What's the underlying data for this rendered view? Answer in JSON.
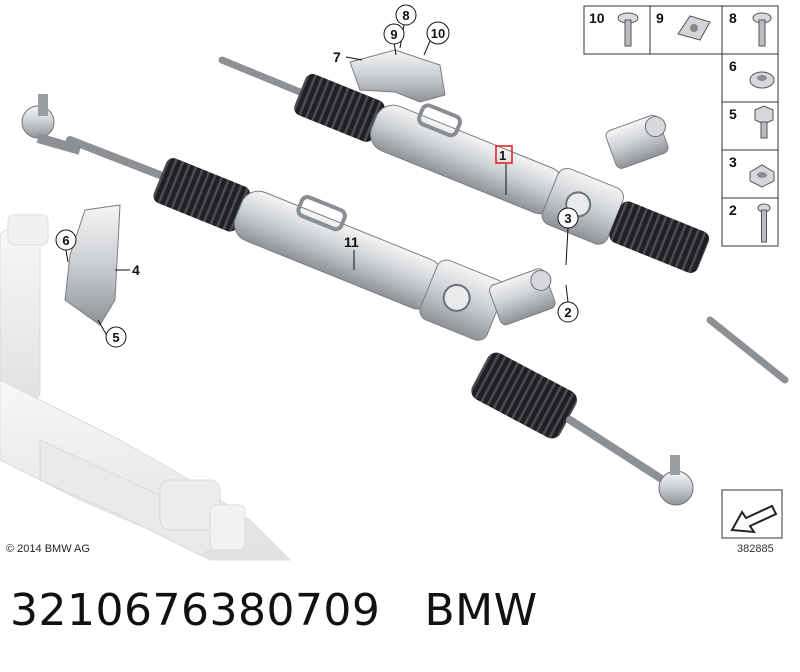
{
  "callouts": {
    "c1": "1",
    "c2": "2",
    "c3": "3",
    "c4": "4",
    "c5": "5",
    "c6": "6",
    "c7": "7",
    "c8": "8",
    "c9": "9",
    "c10": "10",
    "c11": "11"
  },
  "legend": [
    "10",
    "9",
    "8",
    "6",
    "5",
    "3",
    "2"
  ],
  "copyright": "© 2014 BMW AG",
  "diagram_id": "382885",
  "caption": {
    "part_number": "3210676380709",
    "brand": "BMW"
  },
  "colors": {
    "highlight": "#e0191c",
    "metal_light": "#e6e8ea",
    "metal_dark": "#8a8e93",
    "boot": "#1e1f22"
  }
}
